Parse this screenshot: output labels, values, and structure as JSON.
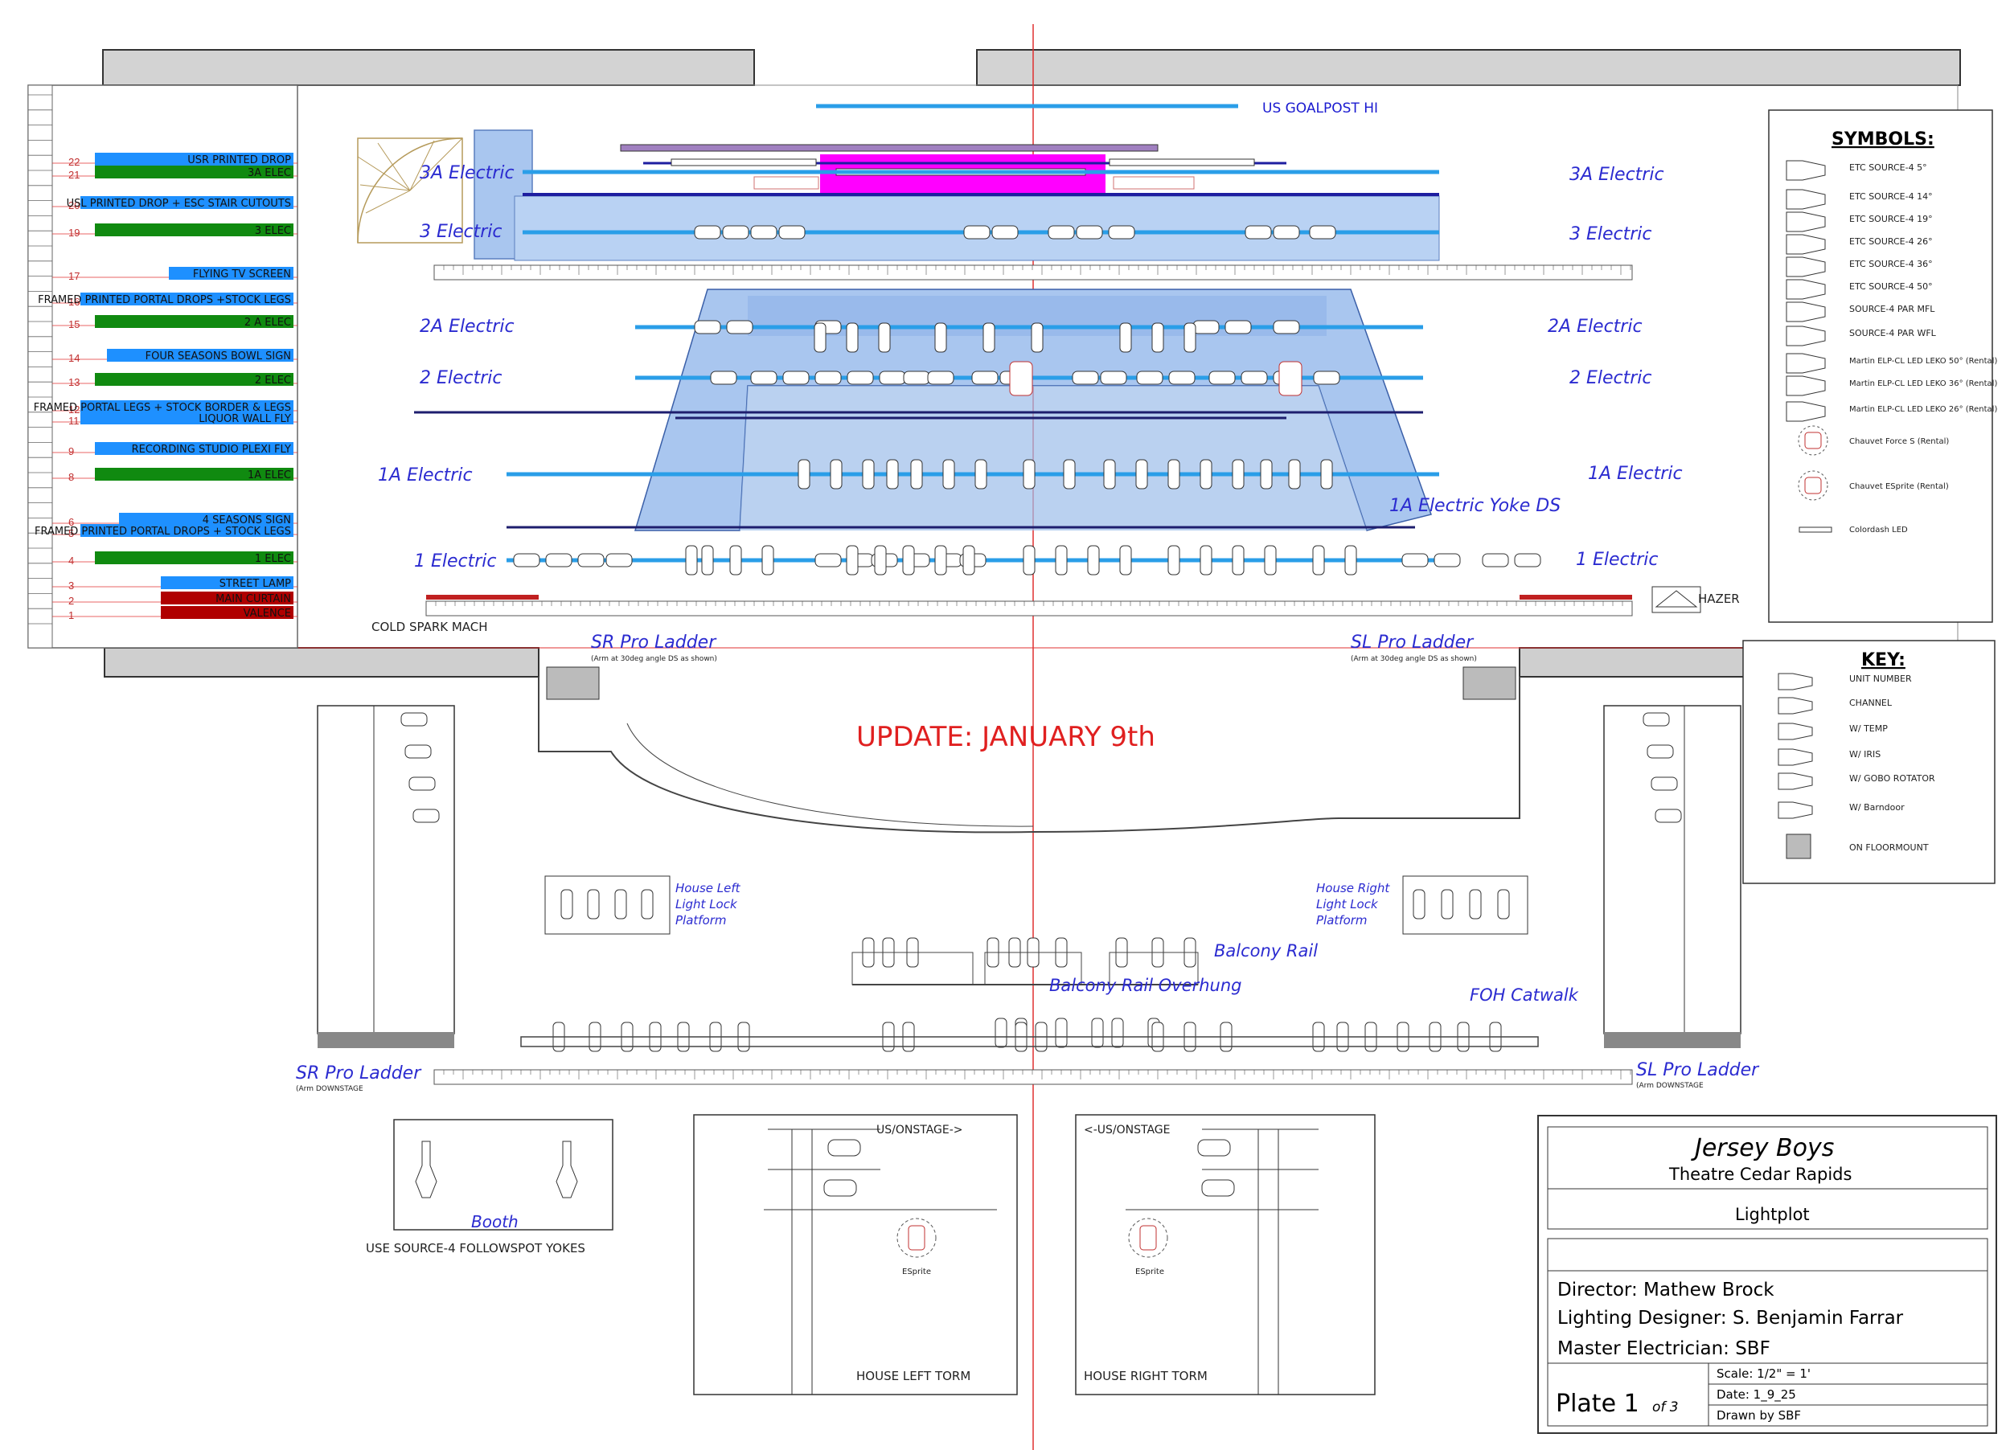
{
  "update_banner": "UPDATE: JANUARY 9th",
  "goalpost_label": "US GOALPOST HI",
  "pipes": {
    "e3a": "3A Electric",
    "e3": "3 Electric",
    "e2a": "2A Electric",
    "e2": "2 Electric",
    "e1a": "1A Electric",
    "e1": "1 Electric",
    "yoke": "1A Electric Yoke DS"
  },
  "hazer_label": "HAZER",
  "cold_spark_label": "COLD SPARK MACH",
  "ladders": {
    "sr_top": "SR Pro Ladder",
    "sr_top_note": "(Arm at 30deg angle DS as shown)",
    "sl_top": "SL Pro Ladder",
    "sl_top_note": "(Arm at 30deg angle DS as shown)",
    "sr_bottom": "SR Pro Ladder",
    "sr_bottom_note": "(Arm DOWNSTAGE",
    "sl_bottom": "SL Pro Ladder",
    "sl_bottom_note": "(Arm DOWNSTAGE"
  },
  "house_left_platform": [
    "House Left",
    "Light Lock",
    "Platform"
  ],
  "house_right_platform": [
    "House Right",
    "Light Lock",
    "Platform"
  ],
  "balcony_rail": "Balcony Rail",
  "balcony_overhung": "Balcony Rail Overhung",
  "foh_catwalk": "FOH Catwalk",
  "booth": "Booth",
  "booth_note": "USE SOURCE-4 FOLLOWSPOT YOKES",
  "torm_left": {
    "header": "US/ONSTAGE->",
    "label": "HOUSE LEFT TORM",
    "fixture": "ESprite"
  },
  "torm_right": {
    "header": "<-US/ONSTAGE",
    "label": "HOUSE RIGHT TORM",
    "fixture": "ESprite"
  },
  "lineset": [
    {
      "num": "22",
      "name": "USR PRINTED DROP",
      "color": "#1e90ff"
    },
    {
      "num": "21",
      "name": "3A ELEC",
      "color": "#108a10"
    },
    {
      "num": "20",
      "name": "USL PRINTED DROP + ESC STAIR CUTOUTS",
      "color": "#1e90ff"
    },
    {
      "num": "19",
      "name": "3 ELEC",
      "color": "#108a10"
    },
    {
      "num": "17",
      "name": "FLYING TV SCREEN",
      "color": "#1e90ff"
    },
    {
      "num": "16",
      "name": "FRAMED PRINTED PORTAL DROPS +STOCK LEGS",
      "color": "#1e90ff"
    },
    {
      "num": "15",
      "name": "2 A ELEC",
      "color": "#108a10"
    },
    {
      "num": "14",
      "name": "FOUR SEASONS BOWL SIGN",
      "color": "#1e90ff"
    },
    {
      "num": "13",
      "name": "2 ELEC",
      "color": "#108a10"
    },
    {
      "num": "12",
      "name": "FRAMED PORTAL LEGS + STOCK BORDER & LEGS",
      "color": "#1e90ff"
    },
    {
      "num": "11",
      "name": "LIQUOR WALL FLY",
      "color": "#1e90ff"
    },
    {
      "num": "9",
      "name": "RECORDING STUDIO PLEXI FLY",
      "color": "#1e90ff"
    },
    {
      "num": "8",
      "name": "1A ELEC",
      "color": "#108a10"
    },
    {
      "num": "6",
      "name": "4 SEASONS SIGN",
      "color": "#1e90ff"
    },
    {
      "num": "5",
      "name": "FRAMED PRINTED PORTAL DROPS + STOCK LEGS",
      "color": "#1e90ff"
    },
    {
      "num": "4",
      "name": "1 ELEC",
      "color": "#108a10"
    },
    {
      "num": "3",
      "name": "STREET LAMP",
      "color": "#1e90ff"
    },
    {
      "num": "2",
      "name": "MAIN CURTAIN",
      "color": "#b00000"
    },
    {
      "num": "1",
      "name": "VALENCE",
      "color": "#b00000"
    }
  ],
  "symbols": {
    "title": "SYMBOLS:",
    "items": [
      "ETC SOURCE-4 5°",
      "ETC SOURCE-4 14°",
      "ETC SOURCE-4 19°",
      "ETC SOURCE-4 26°",
      "ETC SOURCE-4 36°",
      "ETC SOURCE-4 50°",
      "SOURCE-4 PAR MFL",
      "SOURCE-4 PAR WFL",
      "Martin ELP-CL LED LEKO 50° (Rental)",
      "Martin ELP-CL LED LEKO 36° (Rental)",
      "Martin ELP-CL LED LEKO 26° (Rental)",
      "Chauvet Force S (Rental)",
      "Chauvet ESprite (Rental)",
      "Colordash LED"
    ]
  },
  "key": {
    "title": "KEY:",
    "items": [
      "UNIT NUMBER",
      "CHANNEL",
      "W/ TEMP",
      "W/ IRIS",
      "W/ GOBO ROTATOR",
      "W/ Barndoor",
      "ON FLOORMOUNT"
    ]
  },
  "title_block": {
    "show": "Jersey Boys",
    "venue": "Theatre Cedar Rapids",
    "sheet": "Lightplot",
    "director": "Director:  Mathew Brock",
    "designer": "Lighting Designer:  S. Benjamin Farrar",
    "electrician": "Master Electrician: SBF",
    "plate": "Plate 1",
    "plate_of": "of 3",
    "scale": "Scale:  1/2\" = 1'",
    "date": "Date: 1_9_25",
    "drawn": "Drawn by SBF"
  },
  "colors": {
    "pipe": "#2a9ee8",
    "label": "#2b2bd0",
    "centerline": "#e03030",
    "stage_fill": "#a9c6ef",
    "magenta": "#ff00ff",
    "update": "#e02020"
  }
}
